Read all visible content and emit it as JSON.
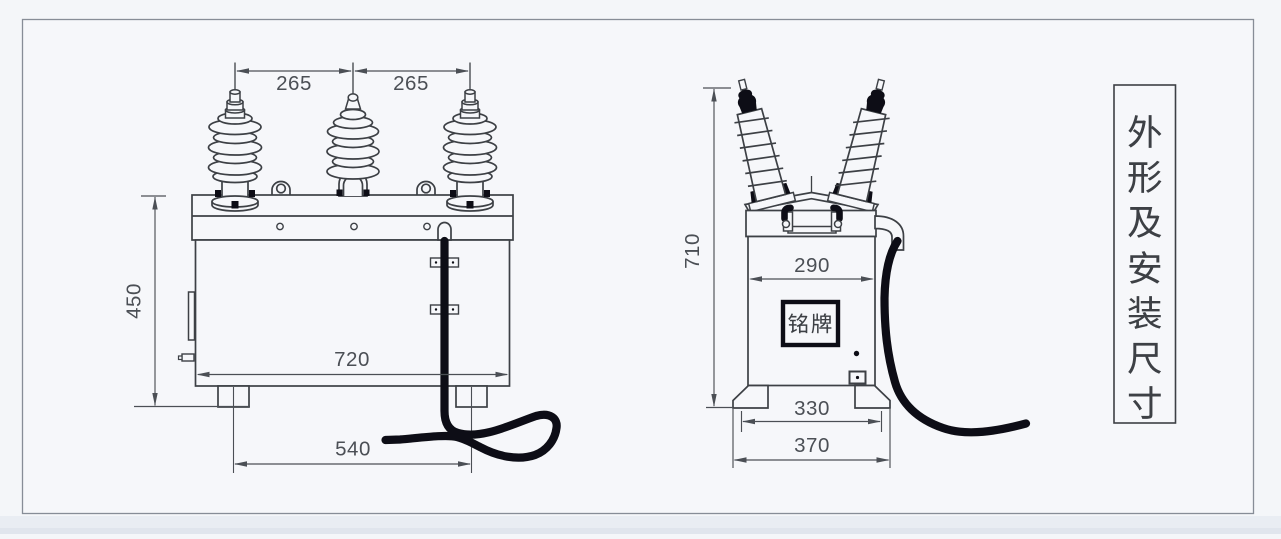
{
  "drawing": {
    "title_block": {
      "text": "外形及安装尺寸"
    },
    "front_view": {
      "dim_spacing_left": "265",
      "dim_spacing_right": "265",
      "dim_height": "450",
      "dim_body_width": "720",
      "dim_foot_span": "540"
    },
    "side_view": {
      "dim_height": "710",
      "dim_body_width": "290",
      "nameplate_label": "铭牌",
      "dim_foot_span": "330",
      "dim_base_width": "370"
    },
    "colors": {
      "paper": "#f6f7fa",
      "line": "#3c4045",
      "ink": "#101114",
      "page_edge": "#e7ebf1"
    }
  }
}
